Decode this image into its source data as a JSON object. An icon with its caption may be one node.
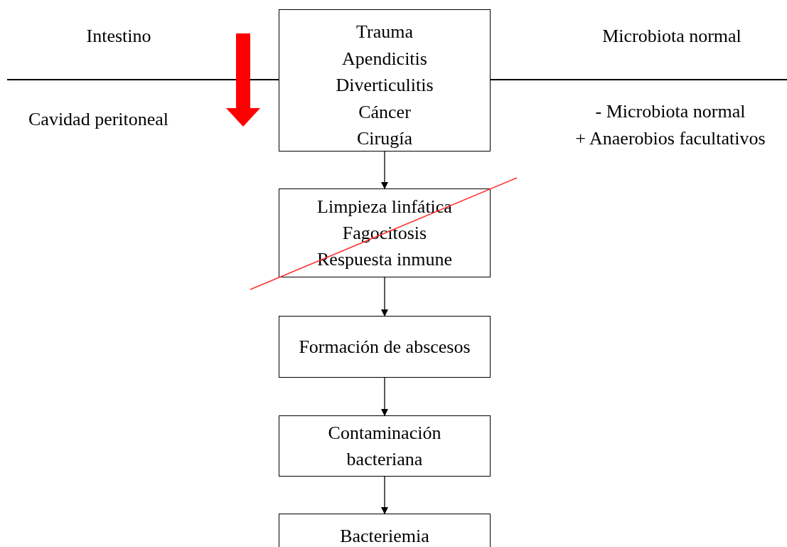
{
  "diagram": {
    "nodes": [
      {
        "text": [
          "Trauma",
          "Apendicitis",
          "Diverticulitis",
          "Cáncer",
          "Cirugía"
        ]
      },
      {
        "text": [
          "Limpieza linfática",
          "Fagocitosis",
          "Respuesta inmune"
        ]
      },
      {
        "text": [
          "Formación de abscesos"
        ]
      },
      {
        "text": [
          "Contaminación bacteriana"
        ]
      },
      {
        "text": [
          "Bacteriemia"
        ]
      }
    ],
    "edges": [
      {
        "from": 0,
        "to": 1,
        "arrow": "to"
      },
      {
        "from": 1,
        "to": 2,
        "arrow": "to"
      },
      {
        "from": 2,
        "to": 3,
        "arrow": "to"
      },
      {
        "from": 3,
        "to": 4,
        "arrow": "to"
      }
    ],
    "labels": [
      "Intestino",
      "Microbiota normal",
      "Cavidad peritoneal",
      "- Microbiota normal",
      "+ Anaerobios facultativos"
    ]
  }
}
